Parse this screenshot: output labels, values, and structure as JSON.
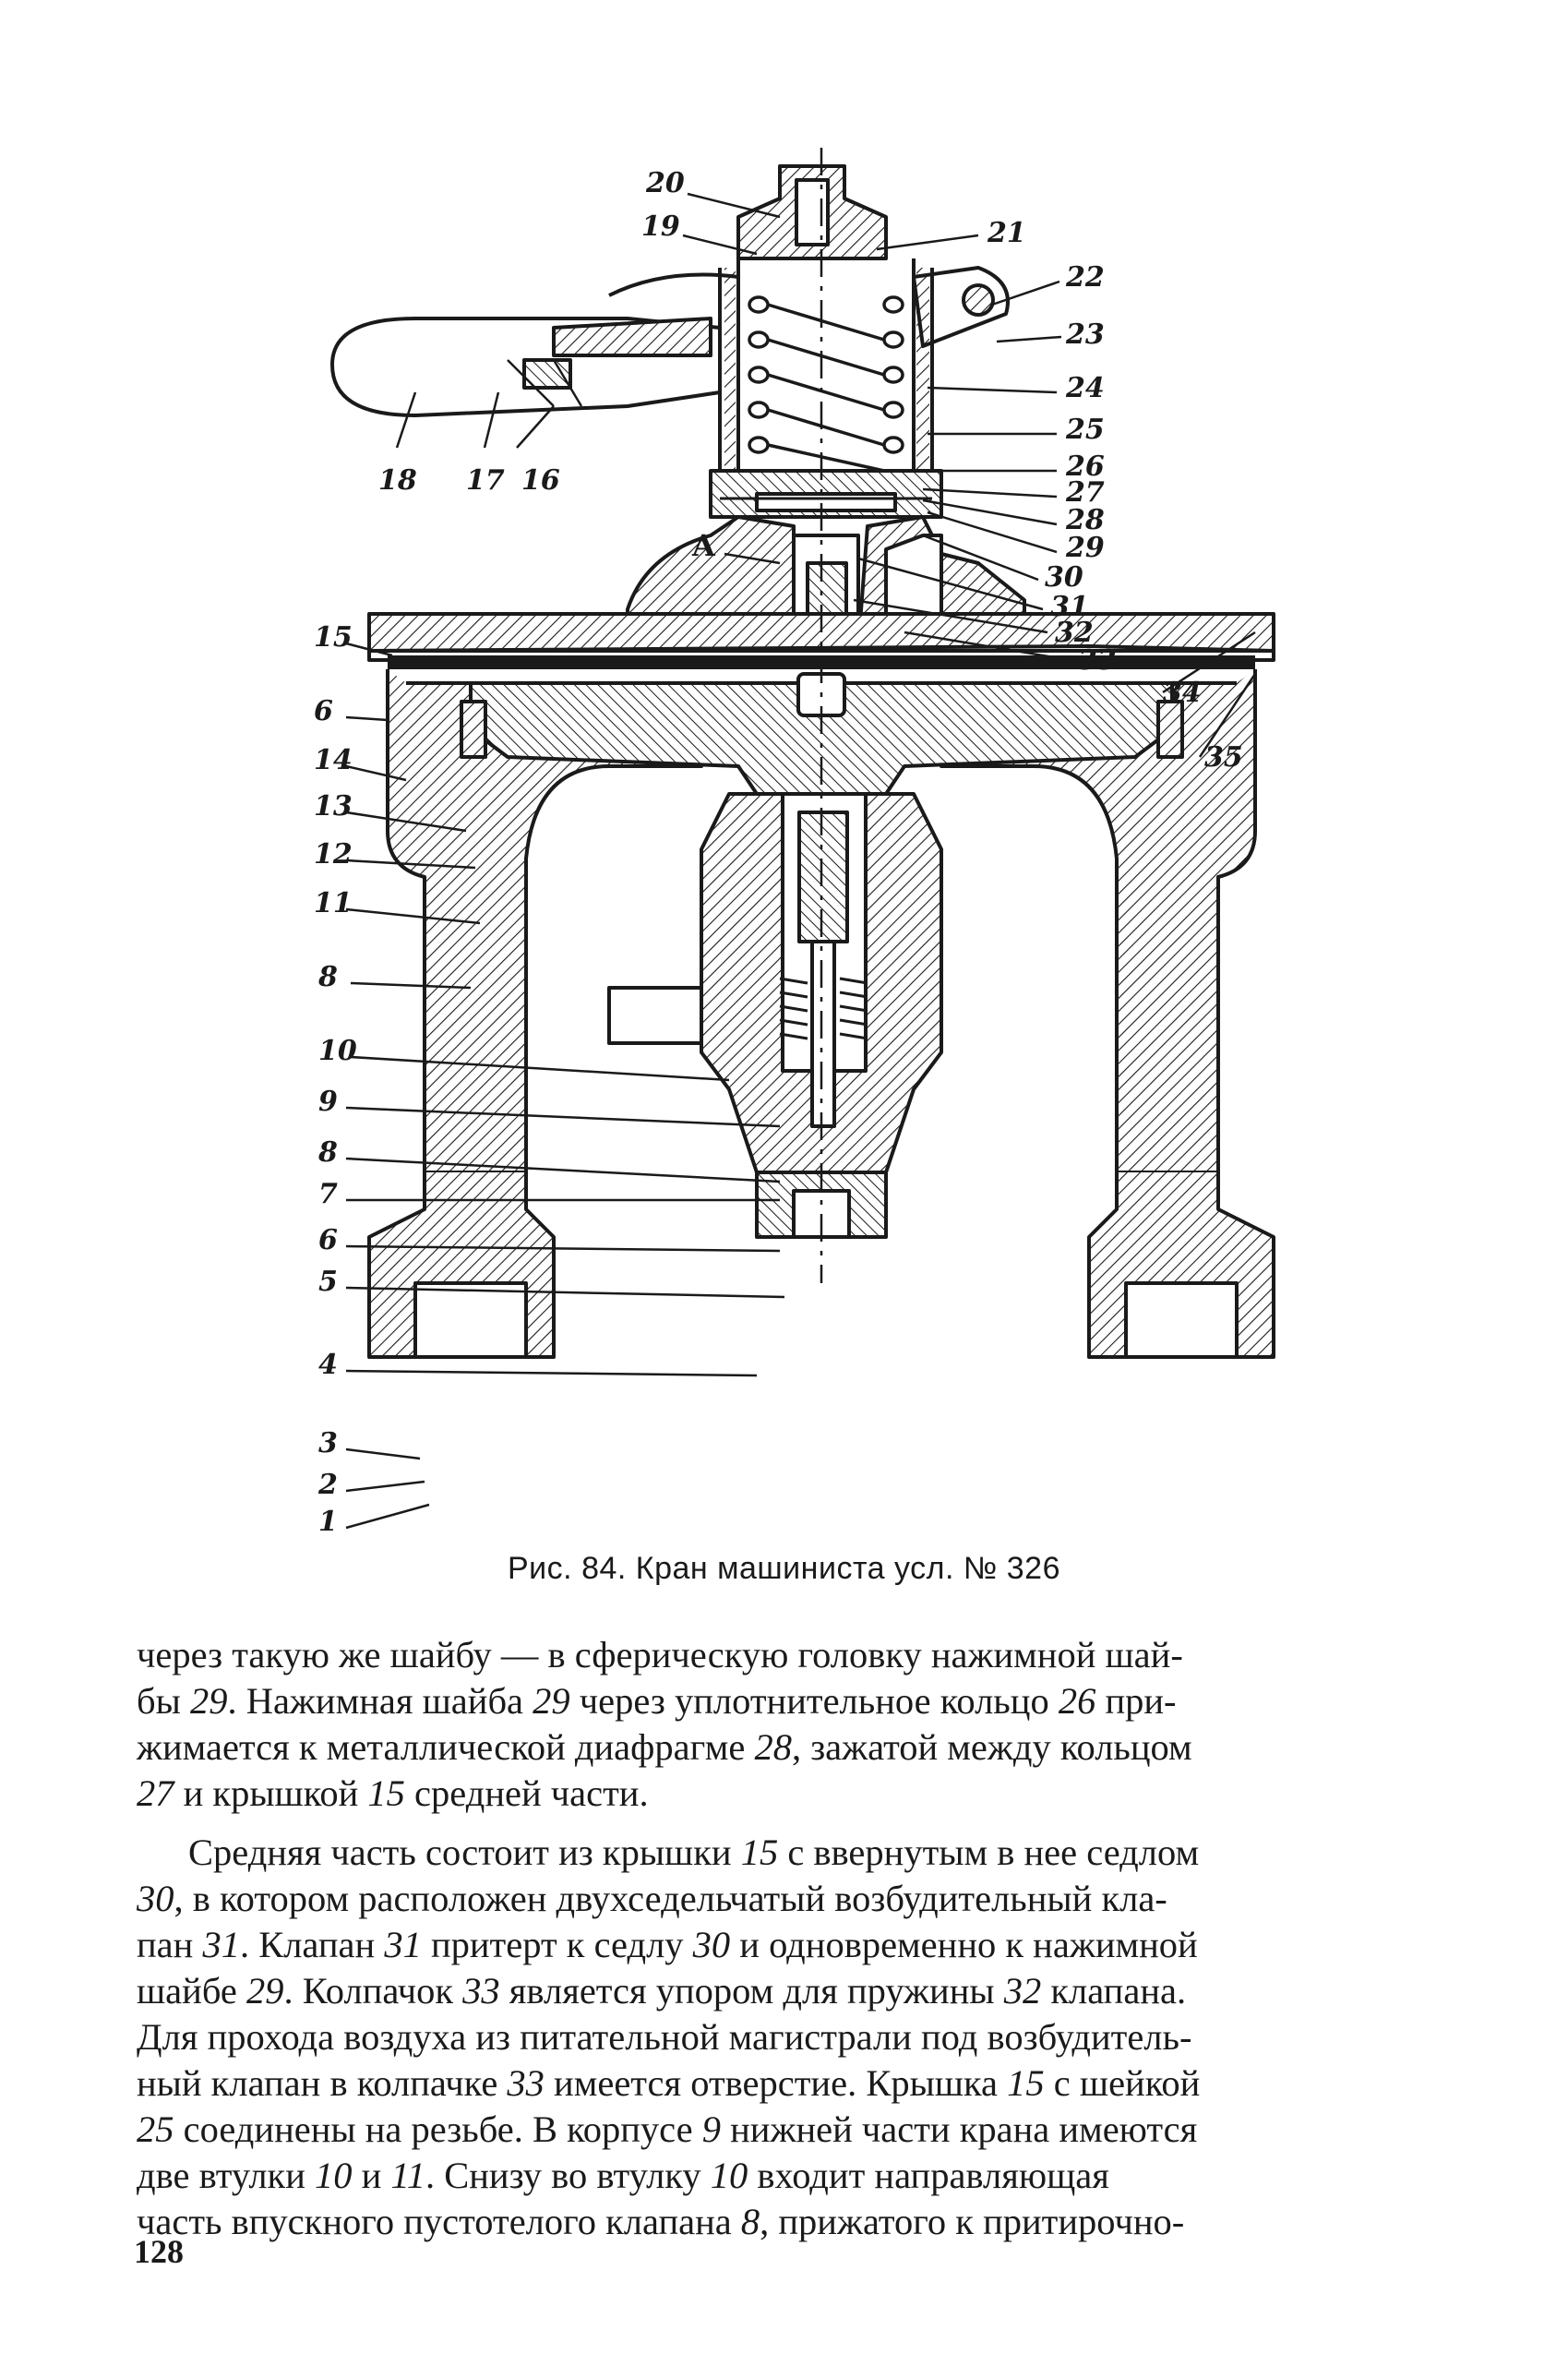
{
  "figure": {
    "callouts": [
      "20",
      "19",
      "21",
      "22",
      "23",
      "24",
      "25",
      "26",
      "27",
      "28",
      "29",
      "30",
      "31",
      "32",
      "33",
      "34",
      "35",
      "18",
      "17",
      "16",
      "A",
      "15",
      "6",
      "14",
      "13",
      "12",
      "11",
      "8",
      "10",
      "9",
      "8",
      "7",
      "6",
      "5",
      "4",
      "3",
      "2",
      "1"
    ],
    "caption": "Рис. 84. Кран машиниста усл. № 326"
  },
  "text": {
    "p1": [
      "через такую же шайбу — в сферическую головку нажимной шай-",
      "бы ",
      "29",
      ". Нажимная шайба ",
      "29",
      " через уплотнительное кольцо ",
      "26",
      " при-",
      "жимается к металлической диафрагме ",
      "28",
      ", зажатой между кольцом ",
      "27",
      " и крышкой ",
      "15",
      " средней части."
    ],
    "p2": [
      "Средняя часть состоит из крышки ",
      "15",
      " с ввернутым в нее седлом ",
      "30",
      ", в котором расположен двухседельчатый возбудительный кла-",
      "пан ",
      "31",
      ". Клапан ",
      "31",
      " притерт к седлу ",
      "30",
      " и одновременно к нажимной ",
      "шайбе ",
      "29",
      ". Колпачок ",
      "33",
      " является упором для пружины ",
      "32",
      " клапана. ",
      "Для прохода воздуха из питательной магистрали под возбудитель-",
      "ный клапан в колпачке ",
      "33",
      " имеется отверстие. Крышка ",
      "15",
      " с шейкой ",
      "25",
      " соединены на резьбе. В корпусе ",
      "9",
      " нижней части крана имеются ",
      "две втулки ",
      "10",
      " и ",
      "11",
      ". Снизу во втулку ",
      "10",
      " входит направляющая ",
      "часть впускного пустотелого клапана ",
      "8",
      ", прижатого к притирочно-"
    ]
  },
  "page_number": "128"
}
